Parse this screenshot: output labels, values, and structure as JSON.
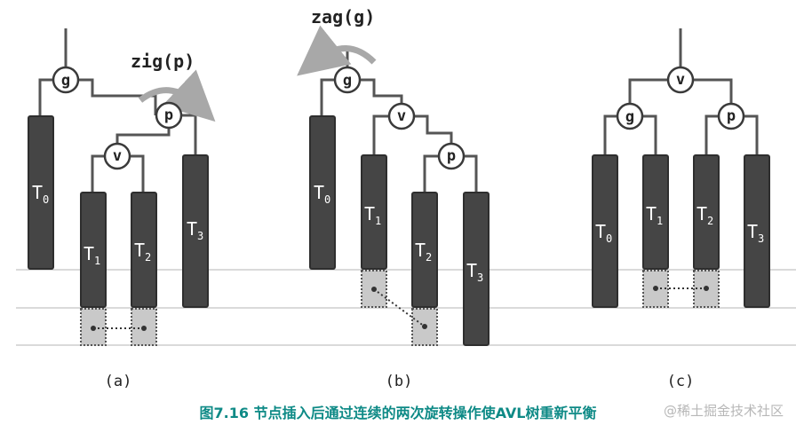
{
  "panels": {
    "a": {
      "label": "(a)",
      "op_label": "zig(p)",
      "nodes": {
        "g": "g",
        "p": "p",
        "v": "v"
      },
      "subtrees": [
        {
          "main": "T",
          "sub": "0"
        },
        {
          "main": "T",
          "sub": "1"
        },
        {
          "main": "T",
          "sub": "2"
        },
        {
          "main": "T",
          "sub": "3"
        }
      ]
    },
    "b": {
      "label": "(b)",
      "op_label": "zag(g)",
      "nodes": {
        "g": "g",
        "v": "v",
        "p": "p"
      },
      "subtrees": [
        {
          "main": "T",
          "sub": "0"
        },
        {
          "main": "T",
          "sub": "1"
        },
        {
          "main": "T",
          "sub": "2"
        },
        {
          "main": "T",
          "sub": "3"
        }
      ]
    },
    "c": {
      "label": "(c)",
      "nodes": {
        "v": "v",
        "g": "g",
        "p": "p"
      },
      "subtrees": [
        {
          "main": "T",
          "sub": "0"
        },
        {
          "main": "T",
          "sub": "1"
        },
        {
          "main": "T",
          "sub": "2"
        },
        {
          "main": "T",
          "sub": "3"
        }
      ]
    }
  },
  "caption": "图7.16 节点插入后通过连续的两次旋转操作使AVL树重新平衡",
  "watermark": "@稀土掘金技术社区",
  "colors": {
    "bar": "#454545",
    "node_stroke": "#3a3a3a",
    "edge": "#555555",
    "arrow": "#a8a8a8",
    "ghost_fill": "#c9c9c9",
    "baseline": "#b5b5b5",
    "caption": "#0e8a86",
    "watermark": "#b7b7b7"
  }
}
